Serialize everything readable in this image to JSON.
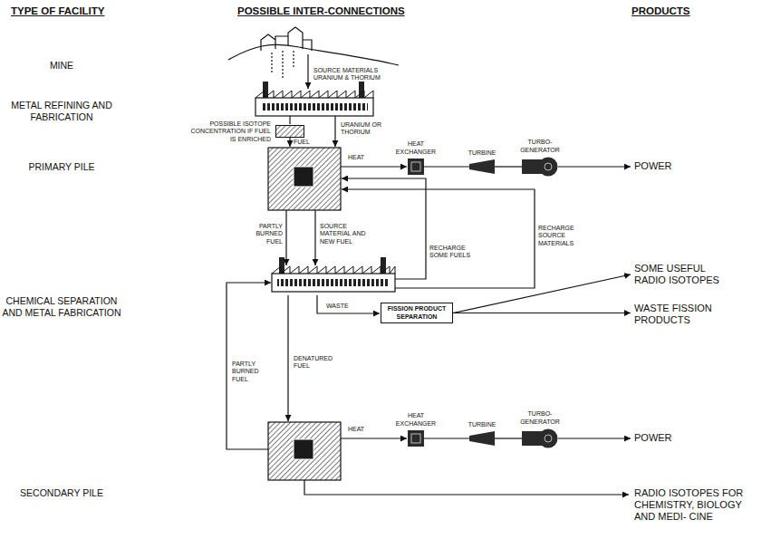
{
  "diagram": {
    "nodes": [
      {
        "text": [
          "POSSIBLE ISOTOPE CONCENTRATION IF FUEL IS ENRICHED"
        ]
      },
      {
        "text": [
          "HEAT EXCHANGER"
        ]
      },
      {
        "text": [
          "TURBINE"
        ]
      },
      {
        "text": [
          "TURBO-GENERATOR"
        ]
      },
      {
        "text": [
          "POWER"
        ]
      },
      {
        "text": [
          "FISSION PRODUCT SEPARATION"
        ]
      },
      {
        "text": [
          "SOME USEFUL RADIO ISOTOPES"
        ]
      },
      {
        "text": [
          "WASTE FISSION PRODUCTS"
        ]
      },
      {
        "text": [
          "HEAT EXCHANGER"
        ]
      },
      {
        "text": [
          "TURBINE"
        ]
      },
      {
        "text": [
          "TURBO-GENERATOR"
        ]
      },
      {
        "text": [
          "POWER"
        ]
      },
      {
        "text": [
          "RADIO ISOTOPES FOR CHEMISTRY, BIOLOGY AND MEDI- CINE"
        ]
      }
    ],
    "edges": [
      {
        "from": 1,
        "to": 2,
        "arrow": "none"
      },
      {
        "from": 2,
        "to": 3,
        "arrow": "none"
      },
      {
        "from": 3,
        "to": 4,
        "arrow": "to"
      },
      {
        "from": 5,
        "to": 6,
        "arrow": "to"
      },
      {
        "from": 5,
        "to": 7,
        "arrow": "to"
      },
      {
        "from": 8,
        "to": 9,
        "arrow": "none"
      },
      {
        "from": 9,
        "to": 10,
        "arrow": "none"
      },
      {
        "from": 10,
        "to": 11,
        "arrow": "to"
      }
    ],
    "labels": [
      "TYPE OF FACILITY",
      "POSSIBLE INTER-CONNECTIONS",
      "PRODUCTS",
      "MINE",
      "METAL REFINING AND FABRICATION",
      "PRIMARY PILE",
      "CHEMICAL SEPARATION AND METAL FABRICATION",
      "SECONDARY PILE",
      "SOURCE MATERIALS URANIUM & THORIUM",
      "FUEL",
      "URANIUM OR THORIUM",
      "HEAT",
      "PARTLY BURNED FUEL",
      "SOURCE MATERIAL AND NEW FUEL",
      "RECHARGE SOME FUELS",
      "RECHARGE SOURCE MATERIALS",
      "WASTE",
      "DENATURED FUEL",
      "PARTLY BURNED FUEL",
      "HEAT"
    ]
  }
}
